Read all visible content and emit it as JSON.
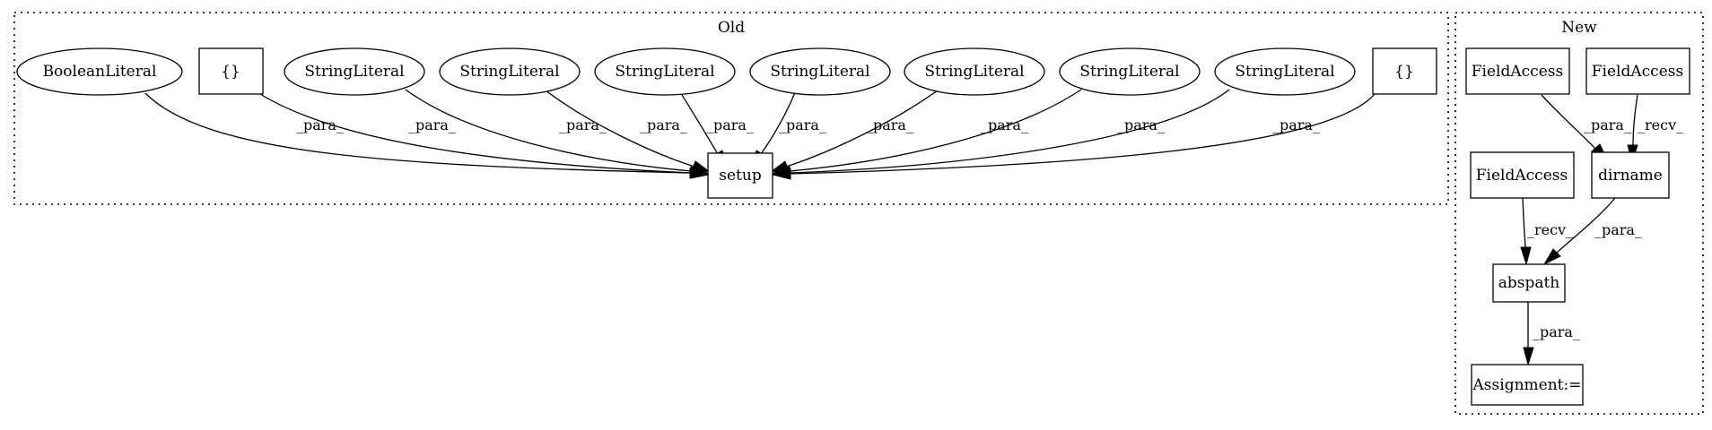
{
  "clusters": {
    "old": {
      "label": "Old"
    },
    "new": {
      "label": "New"
    }
  },
  "nodes": {
    "boolean_literal": {
      "label": "BooleanLiteral",
      "shape": "ellipse"
    },
    "braces_1": {
      "label": "{}",
      "shape": "box"
    },
    "string_literal_1": {
      "label": "StringLiteral",
      "shape": "ellipse"
    },
    "string_literal_2": {
      "label": "StringLiteral",
      "shape": "ellipse"
    },
    "string_literal_3": {
      "label": "StringLiteral",
      "shape": "ellipse"
    },
    "string_literal_4": {
      "label": "StringLiteral",
      "shape": "ellipse"
    },
    "string_literal_5": {
      "label": "StringLiteral",
      "shape": "ellipse"
    },
    "string_literal_6": {
      "label": "StringLiteral",
      "shape": "ellipse"
    },
    "string_literal_7": {
      "label": "StringLiteral",
      "shape": "ellipse"
    },
    "braces_2": {
      "label": "{}",
      "shape": "box"
    },
    "setup": {
      "label": "setup",
      "shape": "box"
    },
    "field_access_1": {
      "label": "FieldAccess",
      "shape": "box"
    },
    "field_access_2": {
      "label": "FieldAccess",
      "shape": "box"
    },
    "field_access_3": {
      "label": "FieldAccess",
      "shape": "box"
    },
    "dirname": {
      "label": "dirname",
      "shape": "box"
    },
    "abspath": {
      "label": "abspath",
      "shape": "box"
    },
    "assignment": {
      "label": "Assignment:=",
      "shape": "box"
    }
  },
  "edges": [
    {
      "from": "boolean_literal",
      "to": "setup",
      "label": "_para_"
    },
    {
      "from": "braces_1",
      "to": "setup",
      "label": "_para_"
    },
    {
      "from": "string_literal_1",
      "to": "setup",
      "label": "_para_"
    },
    {
      "from": "string_literal_2",
      "to": "setup",
      "label": "_para_"
    },
    {
      "from": "string_literal_3",
      "to": "setup",
      "label": "_para_"
    },
    {
      "from": "string_literal_4",
      "to": "setup",
      "label": "_para_"
    },
    {
      "from": "string_literal_5",
      "to": "setup",
      "label": "_para_"
    },
    {
      "from": "string_literal_6",
      "to": "setup",
      "label": "_para_"
    },
    {
      "from": "string_literal_7",
      "to": "setup",
      "label": "_para_"
    },
    {
      "from": "braces_2",
      "to": "setup",
      "label": "_para_"
    },
    {
      "from": "field_access_1",
      "to": "dirname",
      "label": "_para_"
    },
    {
      "from": "field_access_2",
      "to": "dirname",
      "label": "_recv_"
    },
    {
      "from": "field_access_3",
      "to": "abspath",
      "label": "_recv_"
    },
    {
      "from": "dirname",
      "to": "abspath",
      "label": "_para_"
    },
    {
      "from": "abspath",
      "to": "assignment",
      "label": "_para_"
    }
  ]
}
